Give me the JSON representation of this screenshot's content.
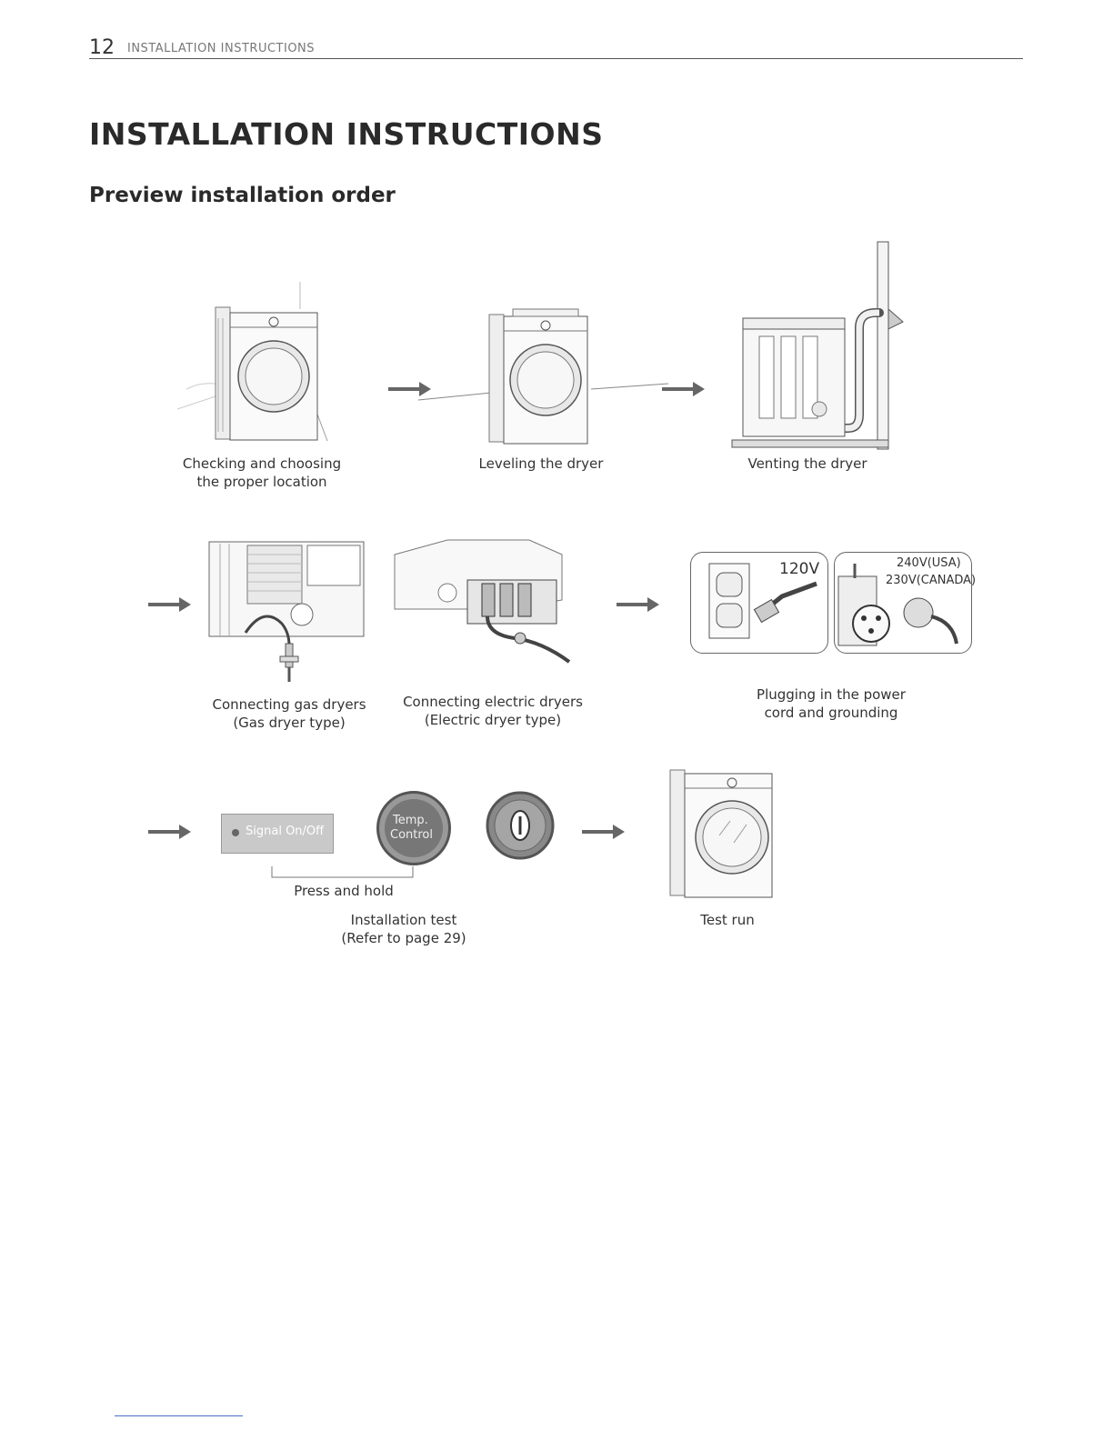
{
  "header": {
    "page_number": "12",
    "section": "INSTALLATION INSTRUCTIONS"
  },
  "page_title": "INSTALLATION INSTRUCTIONS",
  "section_title": "Preview installation order",
  "steps": {
    "location": {
      "line1": "Checking and choosing",
      "line2": "the proper location"
    },
    "leveling": {
      "line1": "Leveling the dryer"
    },
    "venting": {
      "line1": "Venting the dryer"
    },
    "gas": {
      "line1": "Connecting gas dryers",
      "line2": "(Gas dryer type)"
    },
    "electric": {
      "line1": "Connecting electric dryers",
      "line2": "(Electric dryer type)"
    },
    "power": {
      "line1": "Plugging in the power",
      "line2": "cord and grounding",
      "label_120": "120V",
      "label_240": "240V(USA)",
      "label_230": "230V(CANADA)"
    },
    "test": {
      "press_hold": "Press and hold",
      "line1": "Installation test",
      "line2": "(Refer to page 29)",
      "signal_button": "Signal On/Off",
      "temp_button_1": "Temp.",
      "temp_button_2": "Control"
    },
    "test_run": {
      "line1": "Test run"
    }
  },
  "icons": [
    "dryer-illustration-icon",
    "arrow-right-icon",
    "vent-duct-icon",
    "gas-valve-icon",
    "terminal-block-icon",
    "outlet-icon",
    "plug-icon",
    "power-button-icon"
  ]
}
